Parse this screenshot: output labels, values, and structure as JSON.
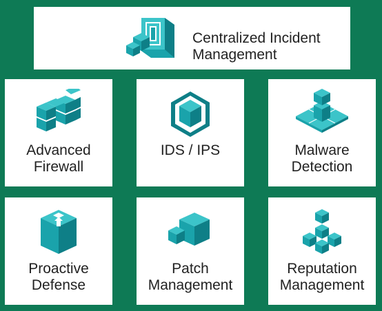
{
  "colors": {
    "background": "#0e7a55",
    "tile": "#ffffff",
    "icon_light": "#3cc4c9",
    "icon_mid": "#1aa3ab",
    "icon_dark": "#0e7f87",
    "text": "#222222"
  },
  "top": {
    "icon": "centralized-incident-management-icon",
    "label_line1": "Centralized Incident",
    "label_line2": "Management"
  },
  "tiles": [
    {
      "icon": "advanced-firewall-icon",
      "line1": "Advanced",
      "line2": "Firewall"
    },
    {
      "icon": "ids-ips-icon",
      "line1": "IDS / IPS",
      "line2": ""
    },
    {
      "icon": "malware-detection-icon",
      "line1": "Malware",
      "line2": "Detection"
    },
    {
      "icon": "proactive-defense-icon",
      "line1": "Proactive",
      "line2": "Defense"
    },
    {
      "icon": "patch-management-icon",
      "line1": "Patch",
      "line2": "Management"
    },
    {
      "icon": "reputation-management-icon",
      "line1": "Reputation",
      "line2": "Management"
    }
  ]
}
